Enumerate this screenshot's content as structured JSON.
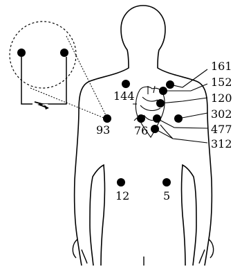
{
  "labels": {
    "site_93": "93",
    "site_144": "144",
    "site_76": "76",
    "site_161": "161",
    "site_152": "152",
    "site_120": "120",
    "site_302": "302",
    "site_477": "477",
    "site_312": "312",
    "site_12": "12",
    "site_5": "5"
  },
  "icons": {
    "heart": "heart-icon",
    "lightning": "lightning-icon"
  },
  "colors": {
    "ink": "#000000",
    "background": "#ffffff"
  }
}
